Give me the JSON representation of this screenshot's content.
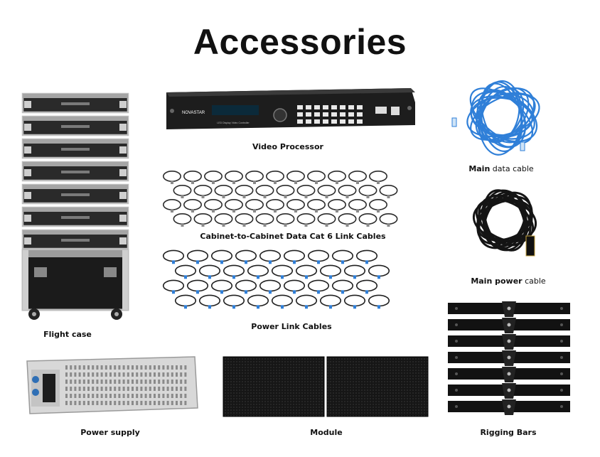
{
  "page": {
    "title": "Accessories"
  },
  "items": {
    "video_processor": {
      "label": "Video Processor",
      "brand": "NOVASTAR",
      "subtitle": "LED Display  Video Controller"
    },
    "data_link_cables": {
      "label": "Cabinet-to-Cabinet Data Cat 6 Link Cables"
    },
    "power_link_cables": {
      "label": "Power Link Cables"
    },
    "flight_case": {
      "label": "Flight case"
    },
    "main_data_cable": {
      "label_bold": "Main",
      "label_rest": " data cable"
    },
    "main_power_cable": {
      "label_bold": "Main power",
      "label_rest": " cable"
    },
    "power_supply": {
      "label": "Power supply"
    },
    "module": {
      "label": "Module"
    },
    "rigging_bars": {
      "label": "Rigging Bars"
    }
  },
  "colors": {
    "case_dark": "#1b1b1b",
    "case_metal": "#bdbdbd",
    "cable_blue": "#2f7fd8",
    "cable_black": "#141414",
    "module_black": "#161616",
    "psu_silver": "#d8d8d8"
  }
}
